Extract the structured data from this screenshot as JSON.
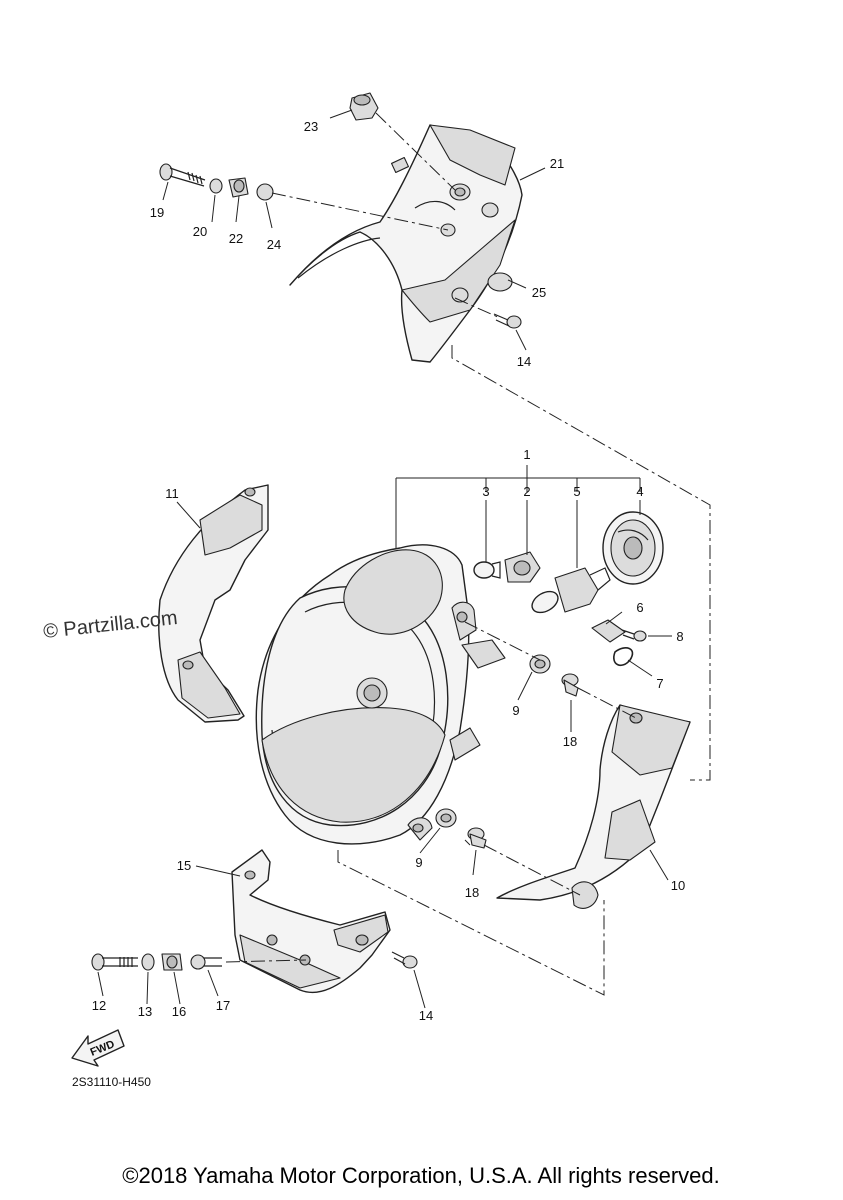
{
  "diagram": {
    "callouts": [
      {
        "id": "1",
        "text": "1"
      },
      {
        "id": "2",
        "text": "2"
      },
      {
        "id": "3",
        "text": "3"
      },
      {
        "id": "4",
        "text": "4"
      },
      {
        "id": "5",
        "text": "5"
      },
      {
        "id": "6",
        "text": "6"
      },
      {
        "id": "7",
        "text": "7"
      },
      {
        "id": "8",
        "text": "8"
      },
      {
        "id": "9a",
        "text": "9"
      },
      {
        "id": "9b",
        "text": "9"
      },
      {
        "id": "10",
        "text": "10"
      },
      {
        "id": "11",
        "text": "11"
      },
      {
        "id": "12",
        "text": "12"
      },
      {
        "id": "13",
        "text": "13"
      },
      {
        "id": "14a",
        "text": "14"
      },
      {
        "id": "14b",
        "text": "14"
      },
      {
        "id": "15",
        "text": "15"
      },
      {
        "id": "16",
        "text": "16"
      },
      {
        "id": "17",
        "text": "17"
      },
      {
        "id": "18a",
        "text": "18"
      },
      {
        "id": "18b",
        "text": "18"
      },
      {
        "id": "19",
        "text": "19"
      },
      {
        "id": "20",
        "text": "20"
      },
      {
        "id": "21",
        "text": "21"
      },
      {
        "id": "22",
        "text": "22"
      },
      {
        "id": "23",
        "text": "23"
      },
      {
        "id": "24",
        "text": "24"
      },
      {
        "id": "25",
        "text": "25"
      }
    ],
    "watermark": "© Partzilla.com",
    "diagram_code": "2S31110-H450",
    "fwd_label": "FWD",
    "copyright": "©2018 Yamaha Motor Corporation, U.S.A. All rights reserved."
  }
}
